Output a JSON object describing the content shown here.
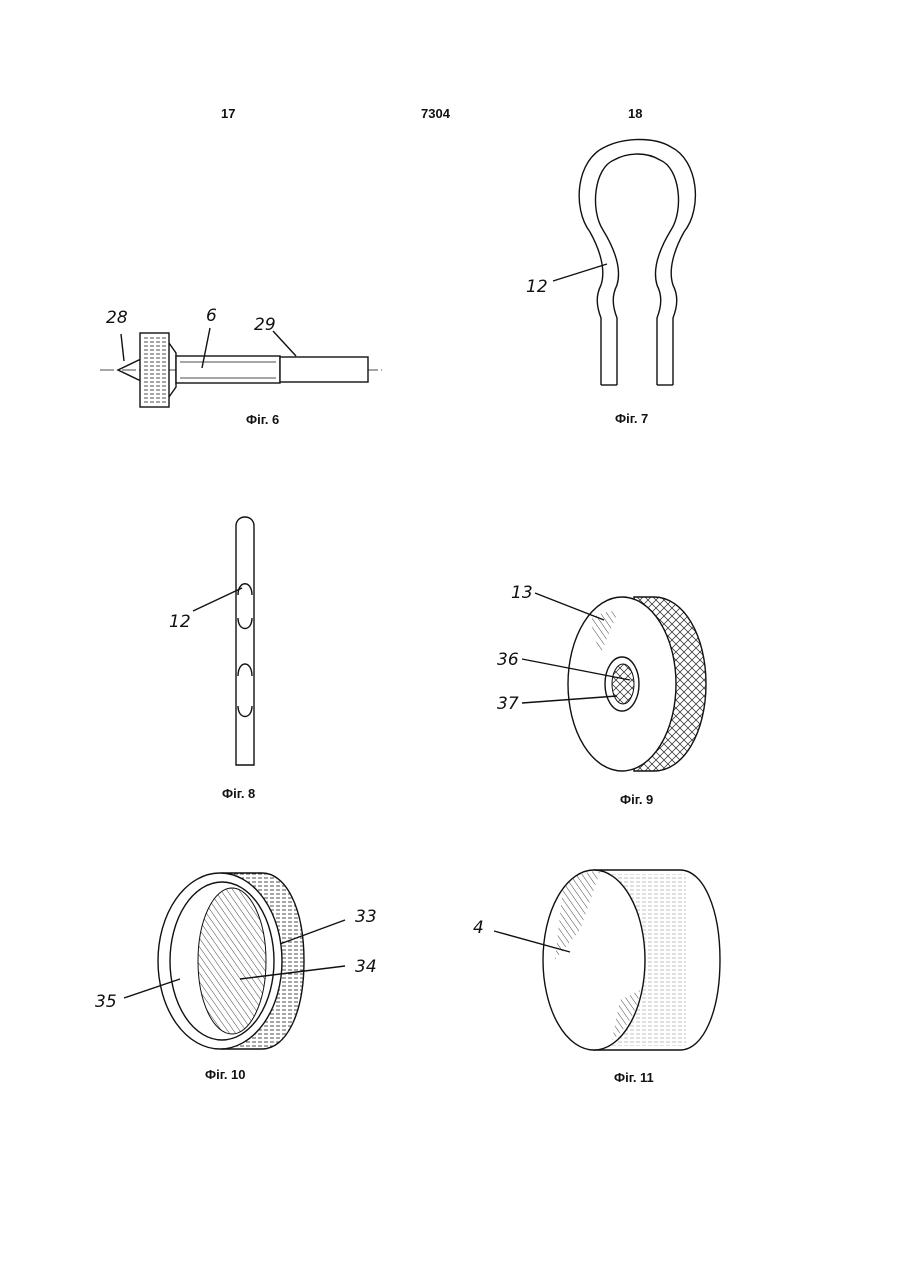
{
  "header": {
    "page_left": "17",
    "patent_number": "7304",
    "page_right": "18"
  },
  "figures": [
    {
      "caption": "Фіг. 6",
      "labels": [
        "28",
        "6",
        "29"
      ]
    },
    {
      "caption": "Фіг. 7",
      "labels": [
        "12"
      ]
    },
    {
      "caption": "Фіг. 8",
      "labels": [
        "12"
      ]
    },
    {
      "caption": "Фіг. 9",
      "labels": [
        "13",
        "36",
        "37"
      ]
    },
    {
      "caption": "Фіг. 10",
      "labels": [
        "33",
        "34",
        "35"
      ]
    },
    {
      "caption": "Фіг. 11",
      "labels": [
        "4"
      ]
    }
  ]
}
